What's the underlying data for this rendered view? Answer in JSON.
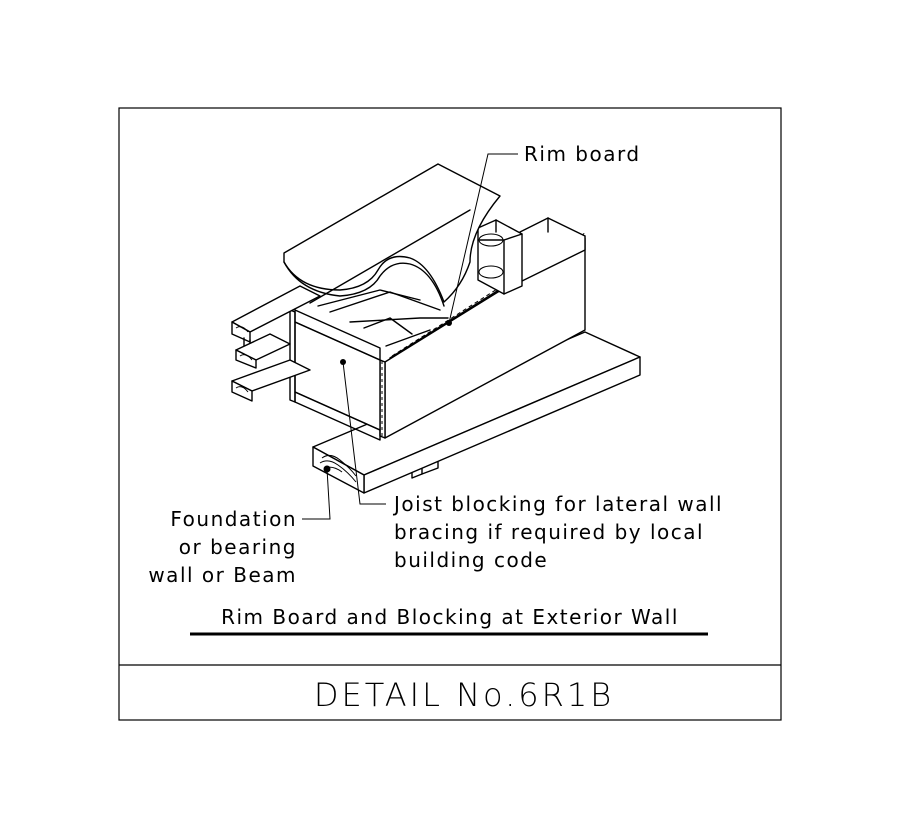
{
  "labels": {
    "rim_board": "Rim board",
    "joist_blocking": [
      "Joist blocking for lateral wall",
      "bracing if required by local",
      "building code"
    ],
    "foundation": [
      "Foundation",
      "or bearing",
      "wall or Beam"
    ]
  },
  "caption": "Rim Board and Blocking at Exterior Wall",
  "detail_title": "DETAIL No.6R1B"
}
